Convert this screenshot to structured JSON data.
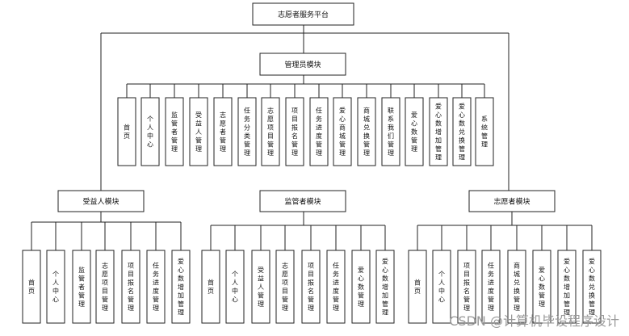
{
  "root": "志愿者服务平台",
  "admin": {
    "title": "管理员模块",
    "items": [
      "首页",
      "个人中心",
      "监管者管理",
      "受益人管理",
      "志愿者管理",
      "任务分类管理",
      "志愿项目管理",
      "项目报名管理",
      "任务进度管理",
      "爱心商城管理",
      "商城兑换管理",
      "联系我们管理",
      "爱心数管理",
      "爱心数增加管理",
      "爱心数兑换管理",
      "系统管理"
    ]
  },
  "beneficiary": {
    "title": "受益人模块",
    "items": [
      "首页",
      "个人中心",
      "监管者管理",
      "志愿项目管理",
      "项目报名管理",
      "任务进度管理",
      "爱心数增加管理"
    ]
  },
  "supervisor": {
    "title": "监管者模块",
    "items": [
      "首页",
      "个人中心",
      "受益人管理",
      "志愿项目管理",
      "项目报名管理",
      "任务进度管理",
      "爱心数管理",
      "爱心数增加管理"
    ]
  },
  "volunteer": {
    "title": "志愿者模块",
    "items": [
      "首页",
      "个人中心",
      "项目报名管理",
      "任务进度管理",
      "商城兑换管理",
      "爱心数管理",
      "爱心数增加管理",
      "爱心数兑换管理"
    ]
  },
  "watermark": "CSDN @计算机毕设程序设计"
}
